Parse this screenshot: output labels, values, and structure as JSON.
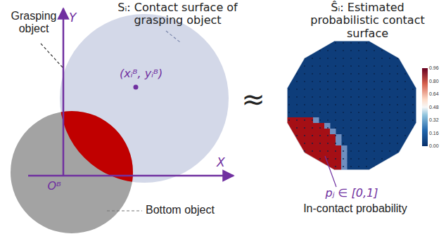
{
  "diagram": {
    "labels": [
      "Sᵢ: Contact surface of grasping object",
      "Ŝᵢ: Estimated probabilistic contact surface",
      "Grasping object",
      "Y",
      "(xᵢᴮ, yᵢᴮ)",
      "X",
      "≈",
      "Oᴮ",
      "Bottom object",
      "pⱼ ∈ [0,1]",
      "In-contact probability",
      "0.96",
      "0.80",
      "0.64",
      "0.48",
      "0.32",
      "0.16",
      "0.00"
    ]
  }
}
